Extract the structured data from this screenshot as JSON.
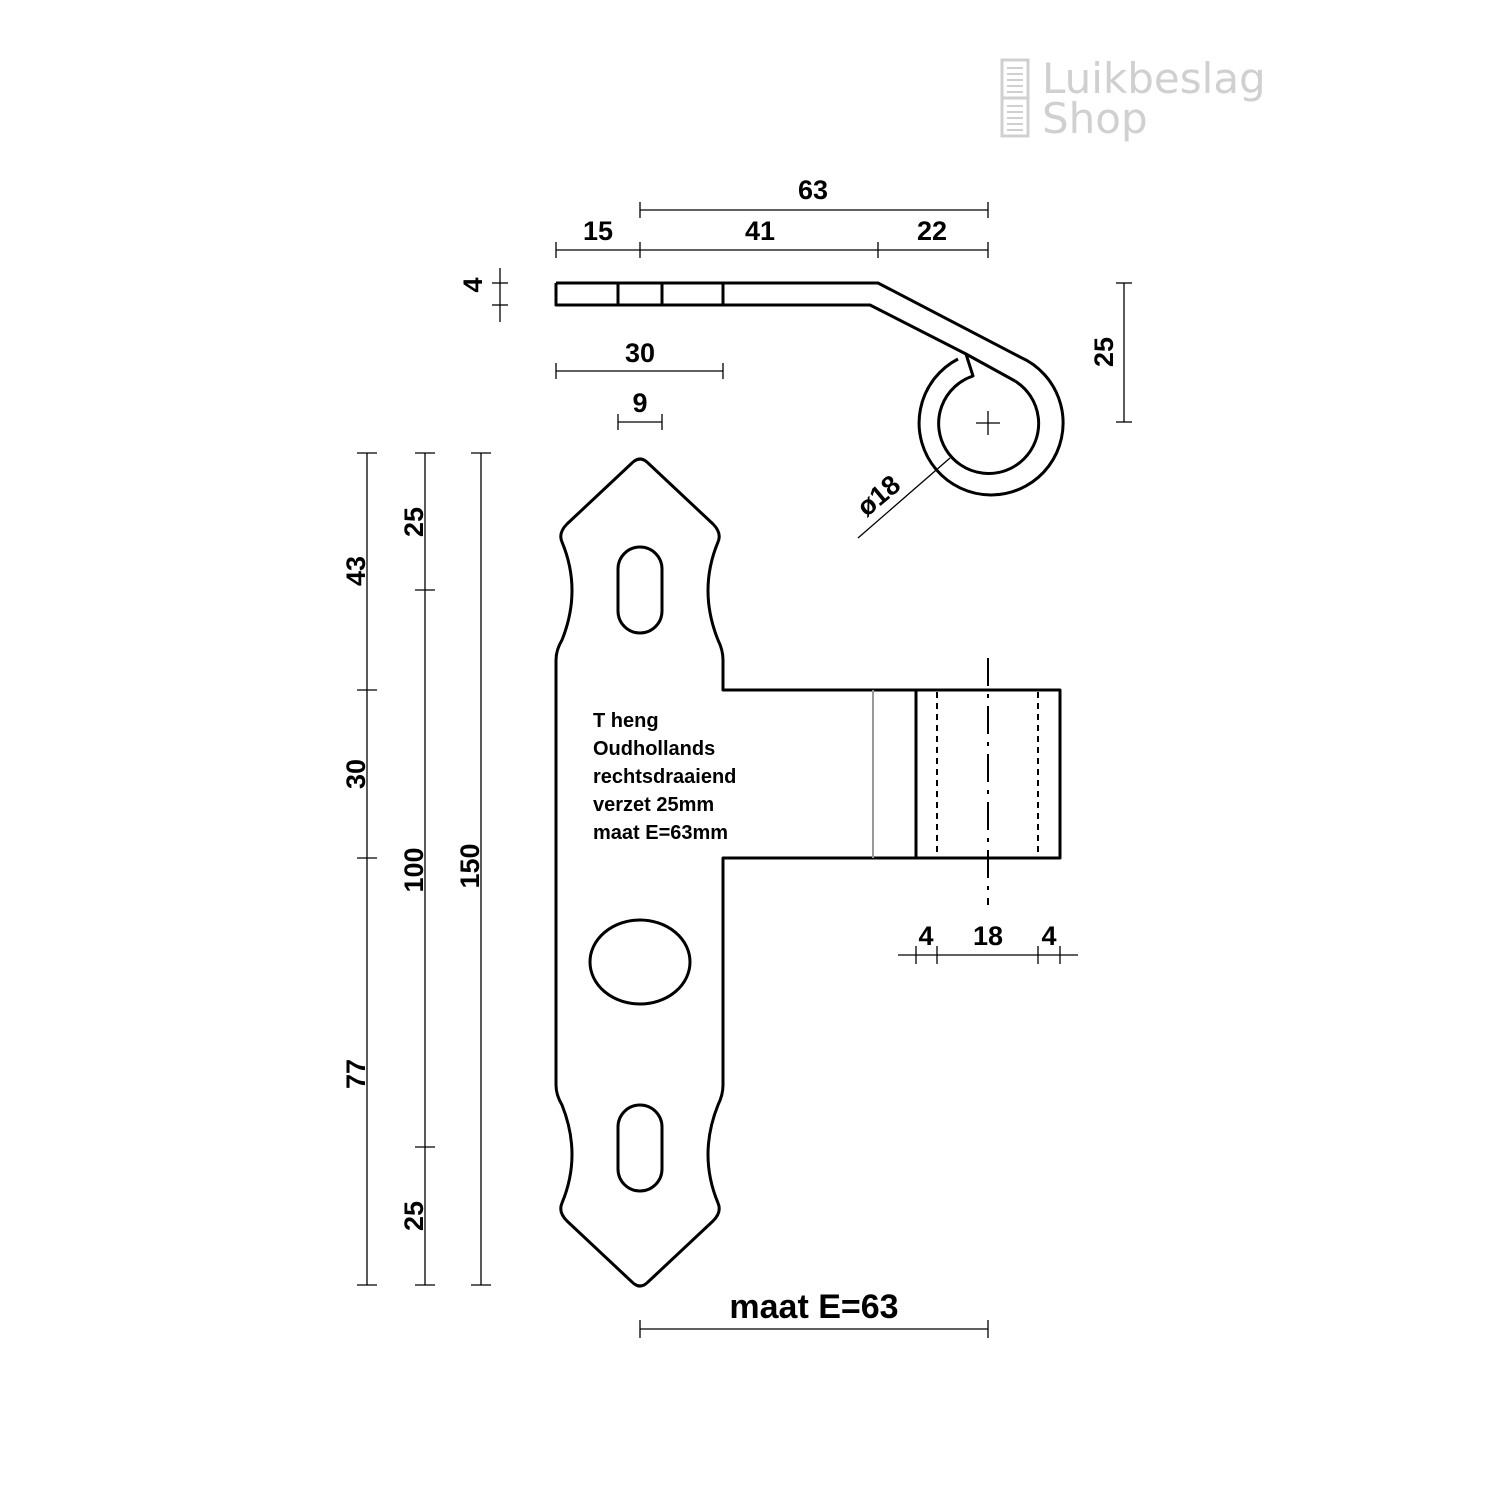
{
  "logo": {
    "line1": "Luikbeslag",
    "line2": "Shop"
  },
  "dimensions_top": {
    "total": "63",
    "d15": "15",
    "d41": "41",
    "d22": "22",
    "thickness": "4",
    "d30": "30",
    "d9": "9",
    "offset": "25",
    "diameter": "ø18"
  },
  "dimensions_left": {
    "d43": "43",
    "d30": "30",
    "d77": "77",
    "d25_top": "25",
    "d100": "100",
    "d25_bottom": "25",
    "d150": "150"
  },
  "dimensions_knuckle": {
    "wall_left": "4",
    "bore": "18",
    "wall_right": "4"
  },
  "note_lines": [
    "T heng",
    "Oudhollands",
    "rechtsdraaiend",
    "verzet 25mm",
    "maat E=63mm"
  ],
  "bottom_label": "maat E=63",
  "colors": {
    "line": "#000000",
    "logo": "#d0d0d0",
    "background": "#ffffff"
  }
}
